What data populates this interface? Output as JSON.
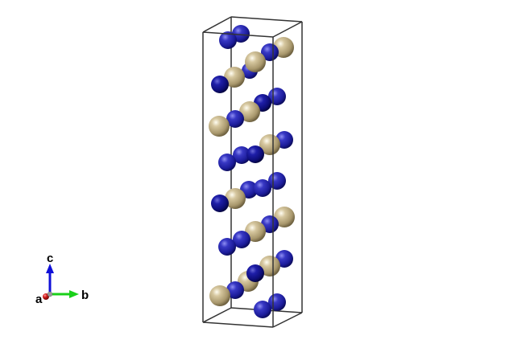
{
  "axes": {
    "a_label": "a",
    "b_label": "b",
    "c_label": "c"
  },
  "colors": {
    "background": "#ffffff",
    "cell_edges": "#333333",
    "atom_blue": "#2323a8",
    "atom_blue_dark": "#0b0b6e",
    "atom_tan": "#b8a77c",
    "axis_a": "#d01818",
    "axis_b": "#19d019",
    "axis_c": "#1010d8"
  },
  "atom_types": [
    "blue",
    "tan"
  ]
}
